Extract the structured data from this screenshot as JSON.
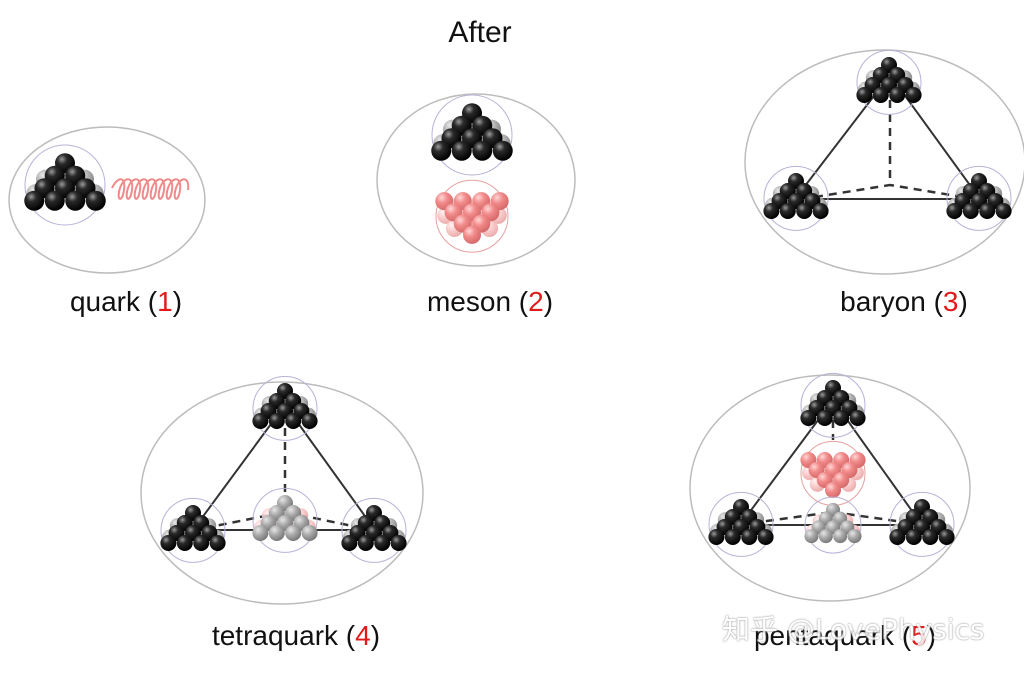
{
  "title": "After",
  "colors": {
    "quark": "#111111",
    "antiquark": "#f08a8a",
    "gluon": "#f08a8a",
    "number": "#e01b1b",
    "outline": "#b8b8b8"
  },
  "panels": [
    {
      "id": "quark",
      "name": "quark",
      "open": " (",
      "number": "1",
      "close": ")"
    },
    {
      "id": "meson",
      "name": "meson",
      "open": " (",
      "number": "2",
      "close": ")"
    },
    {
      "id": "baryon",
      "name": "baryon",
      "open": " (",
      "number": "3",
      "close": ")"
    },
    {
      "id": "tetraquark",
      "name": "tetraquark",
      "open": " (",
      "number": "4",
      "close": ")"
    },
    {
      "id": "pentaquark",
      "name": "pentaquark",
      "open": " (",
      "number": "5",
      "close": ")"
    }
  ],
  "watermark": "知乎 @LovePhysics"
}
